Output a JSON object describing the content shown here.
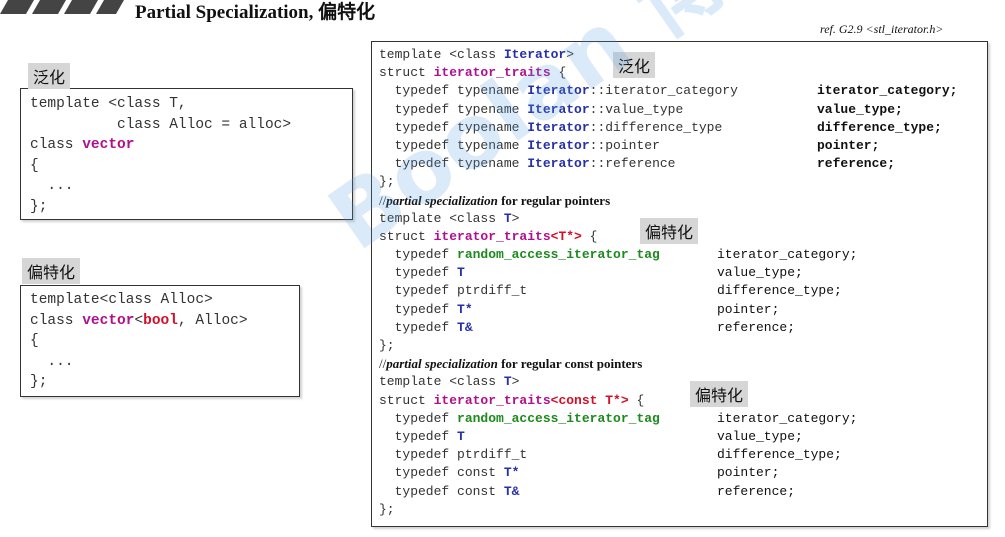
{
  "header": {
    "title": "Partial Specialization, 偏特化",
    "reference": "ref. G2.9  <stl_iterator.h>"
  },
  "tags": {
    "generalization": "泛化",
    "partial_spec": "偏特化"
  },
  "left_top_code": [
    "template <class T,",
    "          class Alloc = alloc>",
    {
      "pre": "class ",
      "kw": "vector"
    },
    "{",
    "  ...",
    "};"
  ],
  "left_bottom_code": {
    "line1": "template<class Alloc>",
    "line2_pre": "class ",
    "line2_kw": "vector",
    "line2_lt": "<",
    "line2_bool": "bool",
    "line2_post": ", Alloc>",
    "line3": "{",
    "line4": "  ...",
    "line5": "};"
  },
  "right_code": {
    "s1": {
      "line1_pre": "template <class ",
      "line1_kw": "Iterator",
      "line1_post": ">",
      "line2_pre": "struct ",
      "line2_kw": "iterator_traits",
      "line2_post": " {",
      "rows": [
        {
          "pre": "  typedef typename ",
          "kw": "Iterator",
          "post": "::iterator_category",
          "name": "iterator_category;"
        },
        {
          "pre": "  typedef typename ",
          "kw": "Iterator",
          "post": "::value_type",
          "name": "value_type;"
        },
        {
          "pre": "  typedef typename ",
          "kw": "Iterator",
          "post": "::difference_type",
          "name": "difference_type;"
        },
        {
          "pre": "  typedef typename ",
          "kw": "Iterator",
          "post": "::pointer",
          "name": "pointer;"
        },
        {
          "pre": "  typedef typename ",
          "kw": "Iterator",
          "post": "::reference",
          "name": "reference;"
        }
      ],
      "close": "};"
    },
    "comment1": {
      "slash": "//",
      "italic": "partial specialization",
      "rest": " for regular pointers"
    },
    "s2": {
      "line1_pre": "template <class ",
      "line1_kw": "T",
      "line1_post": ">",
      "line2_pre": "struct ",
      "line2_kw": "iterator_traits",
      "line2_spec": "<T*>",
      "line2_post": " {",
      "rows": [
        {
          "pre": "  typedef ",
          "type": "random_access_iterator_tag",
          "name": "iterator_category;"
        },
        {
          "pre": "  typedef ",
          "t": "T",
          "name": "value_type;"
        },
        {
          "pre": "  typedef ptrdiff_t",
          "name": "difference_type;"
        },
        {
          "pre": "  typedef ",
          "t": "T*",
          "name": "pointer;"
        },
        {
          "pre": "  typedef ",
          "t": "T&",
          "name": "reference;"
        }
      ],
      "close": "};"
    },
    "comment2": {
      "slash": "//",
      "italic": "partial specialization",
      "rest": " for regular const pointers"
    },
    "s3": {
      "line1_pre": "template <class ",
      "line1_kw": "T",
      "line1_post": ">",
      "line2_pre": "struct ",
      "line2_kw": "iterator_traits",
      "line2_spec": "<const T*>",
      "line2_post": " {",
      "rows": [
        {
          "pre": "  typedef ",
          "type": "random_access_iterator_tag",
          "name": "iterator_category;"
        },
        {
          "pre": "  typedef ",
          "t": "T",
          "name": "value_type;"
        },
        {
          "pre": "  typedef ptrdiff_t",
          "name": "difference_type;"
        },
        {
          "pre": "  typedef const ",
          "t": "T*",
          "name": "pointer;"
        },
        {
          "pre": "  typedef const ",
          "t": "T&",
          "name": "reference;"
        }
      ],
      "close": "};"
    }
  },
  "watermark": "Boolan 博览",
  "colors": {
    "accent_blue": "#2630a8",
    "accent_magenta": "#b0108e",
    "accent_red": "#d1102a",
    "accent_green": "#1d8a1d",
    "tag_bg": "#d6d6d6"
  }
}
